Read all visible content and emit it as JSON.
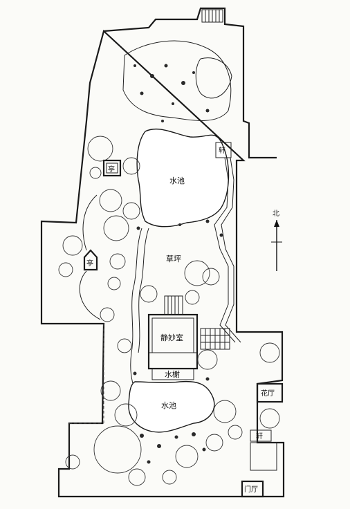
{
  "labels": {
    "pavilion_top": "亭",
    "pavilion_left": "亭",
    "pond_upper": "水池",
    "lawn": "草坪",
    "hall": "静妙室",
    "waterside_pavilion": "水榭",
    "pond_lower": "水池",
    "flower_hall": "花厅",
    "gallery_top": "轩",
    "gallery_bottom": "轩",
    "gate": "门厅",
    "north": "北"
  },
  "icons": {
    "north_arrow": "north-arrow-icon"
  }
}
